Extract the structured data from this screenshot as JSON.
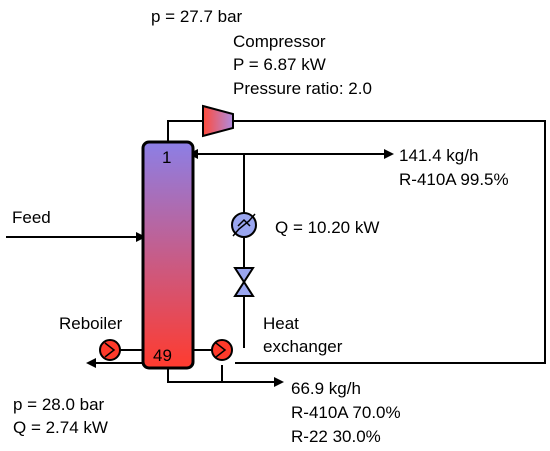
{
  "labels": {
    "top_pressure": "p = 27.7 bar",
    "compressor_name": "Compressor",
    "compressor_power": "P = 6.87 kW",
    "compressor_ratio": "Pressure ratio: 2.0",
    "top_flow": "141.4 kg/h",
    "top_composition": "R-410A 99.5%",
    "feed": "Feed",
    "condenser_duty": "Q = 10.20 kW",
    "reboiler_name": "Reboiler",
    "hx_name_line1": "Heat",
    "hx_name_line2": "exchanger",
    "stage_top": "1",
    "stage_bottom": "49",
    "bottom_flow": "66.9 kg/h",
    "bottom_comp1": "R-410A 70.0%",
    "bottom_comp2": "R-22 30.0%",
    "bottom_pressure": "p = 28.0 bar",
    "reboiler_duty": "Q = 2.74 kW"
  },
  "colors": {
    "column_top": "#8c7fe6",
    "column_bottom": "#ff3b2e",
    "compressor_left": "#ff4a3a",
    "compressor_right": "#b08ce0",
    "exchanger": "#ff3a2a",
    "condenser": "#9aa6f0",
    "valve": "#9aa6f0"
  }
}
